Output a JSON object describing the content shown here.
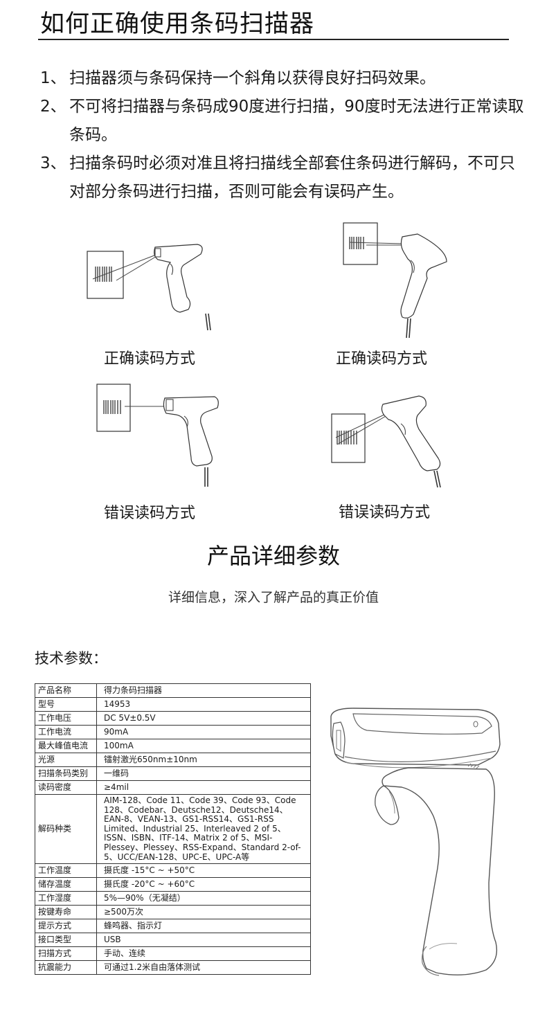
{
  "header": {
    "title": "如何正确使用条码扫描器"
  },
  "instructions": [
    {
      "num": "1、",
      "text": "扫描器须与条码保持一个斜角以获得良好扫码效果。"
    },
    {
      "num": "2、",
      "text": "不可将扫描器与条码成90度进行扫描，90度时无法进行正常读取条码。"
    },
    {
      "num": "3、",
      "text": "扫描条码时必须对准且将扫描线全部套住条码进行解码，不可只对部分条码进行扫描，否则可能会有误码产生。"
    }
  ],
  "diagrams": [
    {
      "caption": "正确读码方式"
    },
    {
      "caption": "正确读码方式"
    },
    {
      "caption": "错误读码方式"
    },
    {
      "caption": "错误读码方式"
    }
  ],
  "details": {
    "title": "产品详细参数",
    "subtitle": "详细信息，深入了解产品的真正价值",
    "tech_label": "技术参数："
  },
  "specs": [
    {
      "key": "产品名称",
      "value": "得力条码扫描器"
    },
    {
      "key": "型号",
      "value": "14953"
    },
    {
      "key": "工作电压",
      "value": "DC 5V±0.5V"
    },
    {
      "key": "工作电流",
      "value": "90mA"
    },
    {
      "key": "最大峰值电流",
      "value": "100mA"
    },
    {
      "key": "光源",
      "value": "镭射激光650nm±10nm"
    },
    {
      "key": "扫描条码类别",
      "value": "一维码"
    },
    {
      "key": "读码密度",
      "value": "≥4mil"
    },
    {
      "key": "解码种类",
      "value": "AIM-128、Code 11、Code 39、Code 93、Code 128、Codebar、Deutsche12、Deutsche14、EAN-8、VEAN-13、GS1-RSS14、GS1-RSS Limited、Industrial 25、Interleaved 2 of 5、ISSN、ISBN、ITF-14、Matrix 2 of 5、MSI-Plessey、Plessey、RSS-Expand、Standard 2-of-5、UCC/EAN-128、UPC-E、UPC-A等"
    },
    {
      "key": "工作温度",
      "value": "摄氏度 -15°C ~ +50°C"
    },
    {
      "key": "储存温度",
      "value": "摄氏度 -20°C ~ +60°C"
    },
    {
      "key": "工作湿度",
      "value": "5%—90%（无凝结）"
    },
    {
      "key": "按键寿命",
      "value": "≥500万次"
    },
    {
      "key": "提示方式",
      "value": "蜂鸣器、指示灯"
    },
    {
      "key": "接口类型",
      "value": "USB"
    },
    {
      "key": "扫描方式",
      "value": "手动、连续"
    },
    {
      "key": "抗震能力",
      "value": "可通过1.2米自由落体测试"
    }
  ]
}
